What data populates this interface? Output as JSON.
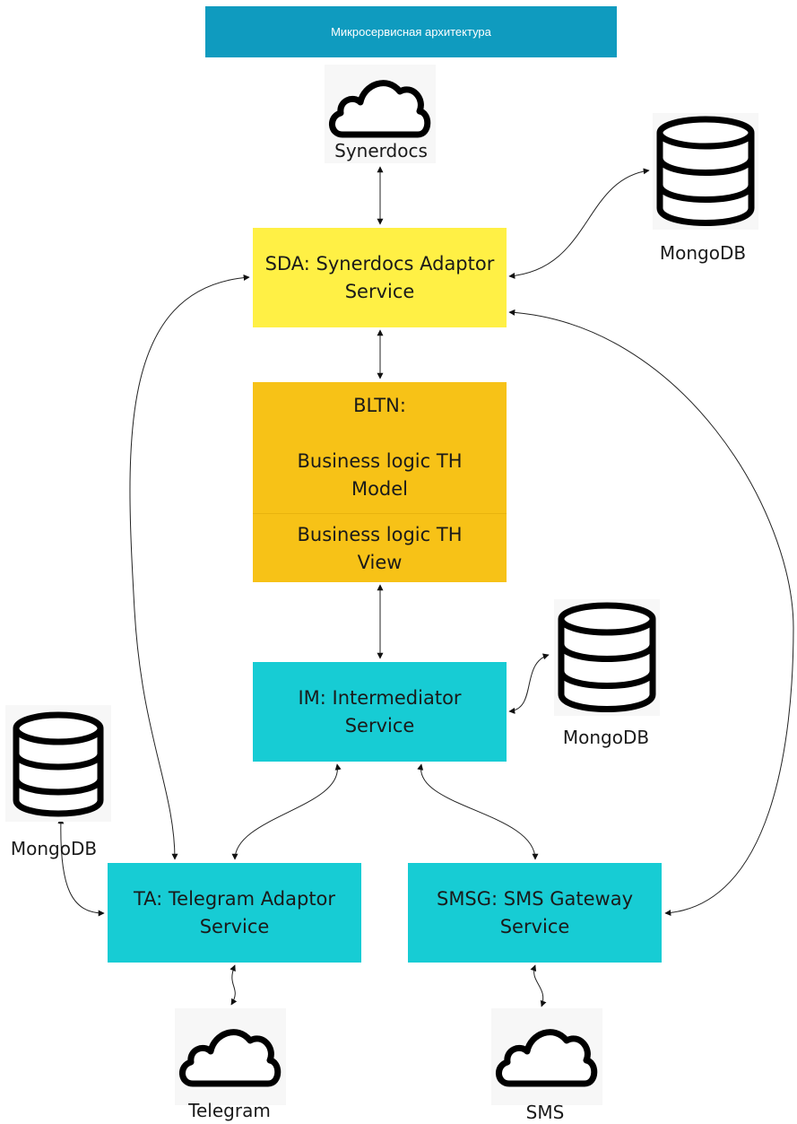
{
  "header": {
    "title": "Микросервисная архитектура"
  },
  "services": {
    "sda": {
      "line1": "SDA: Synerdocs Adaptor",
      "line2": "Service"
    },
    "bltn": {
      "title": "BLTN:",
      "model_line1": "Business logic TH",
      "model_line2": "Model",
      "view_line1": "Business logic TH",
      "view_line2": "View"
    },
    "im": {
      "line1": "IM: Intermediator",
      "line2": "Service"
    },
    "ta": {
      "line1": "TA: Telegram Adaptor",
      "line2": "Service"
    },
    "smsg": {
      "line1": "SMSG: SMS Gateway",
      "line2": "Service"
    }
  },
  "clouds": {
    "synerdocs": "Synerdocs",
    "telegram": "Telegram",
    "sms": "SMS"
  },
  "databases": {
    "sda_db": "MongoDB",
    "im_db": "MongoDB",
    "ta_db": "MongoDB"
  },
  "colors": {
    "header": "#0f9bbf",
    "sda": "#fff045",
    "bltn": "#f7c217",
    "cyan": "#17ccd4"
  },
  "icons": {
    "cloud": "cloud-icon",
    "database": "database-icon"
  }
}
